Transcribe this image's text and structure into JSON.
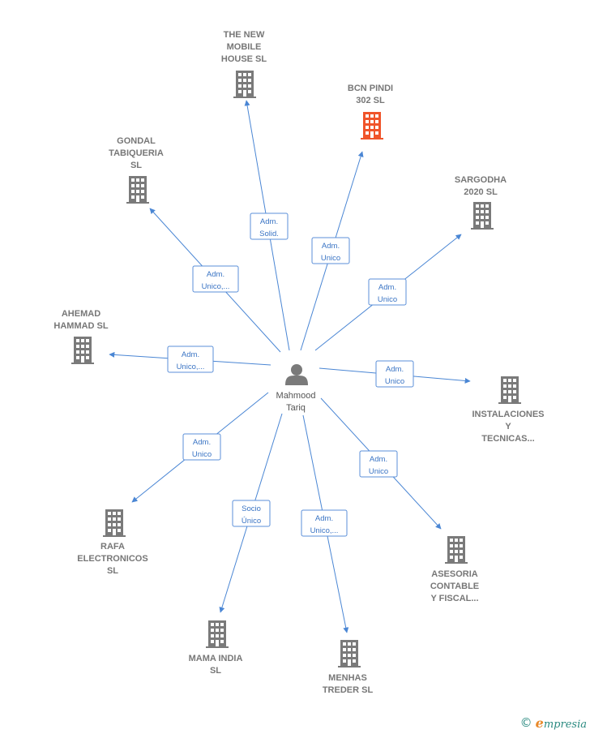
{
  "center": {
    "label": [
      "Mahmood",
      "Tariq"
    ],
    "icon": "person-icon"
  },
  "colors": {
    "company": "#7a7a7a",
    "highlight": "#f0542a",
    "edge": "#4a86d4",
    "box_border": "#5b8fd8",
    "box_text": "#3a74c4"
  },
  "nodes": [
    {
      "id": "the-new-mobile",
      "label": [
        "THE NEW",
        "MOBILE",
        "HOUSE  SL"
      ],
      "role": [
        "Adm.",
        "Solid."
      ],
      "highlight": false
    },
    {
      "id": "bcn-pindi",
      "label": [
        "BCN PINDI",
        "302  SL"
      ],
      "role": [
        "Adm.",
        "Unico"
      ],
      "highlight": true
    },
    {
      "id": "gondal",
      "label": [
        "GONDAL",
        "TABIQUERIA",
        "SL"
      ],
      "role": [
        "Adm.",
        "Unico,..."
      ],
      "highlight": false
    },
    {
      "id": "sargodha",
      "label": [
        "SARGODHA",
        "2020  SL"
      ],
      "role": [
        "Adm.",
        "Unico"
      ],
      "highlight": false
    },
    {
      "id": "ahemad",
      "label": [
        "AHEMAD",
        "HAMMAD SL"
      ],
      "role": [
        "Adm.",
        "Unico,..."
      ],
      "highlight": false
    },
    {
      "id": "instalaciones",
      "label": [
        "INSTALACIONES",
        "Y",
        "TECNICAS..."
      ],
      "role": [
        "Adm.",
        "Unico"
      ],
      "highlight": false
    },
    {
      "id": "rafa",
      "label": [
        "RAFA",
        "ELECTRONICOS",
        "SL"
      ],
      "role": [
        "Adm.",
        "Unico"
      ],
      "highlight": false
    },
    {
      "id": "asesoria",
      "label": [
        "ASESORIA",
        "CONTABLE",
        "Y FISCAL..."
      ],
      "role": [
        "Adm.",
        "Unico"
      ],
      "highlight": false
    },
    {
      "id": "mama-india",
      "label": [
        "MAMA INDIA",
        "SL"
      ],
      "role": [
        "Socio",
        "Único"
      ],
      "highlight": false
    },
    {
      "id": "menhas",
      "label": [
        "MENHAS",
        "TREDER  SL"
      ],
      "role": [
        "Adm.",
        "Unico,..."
      ],
      "highlight": false
    }
  ],
  "footer": {
    "copyright_symbol": "©",
    "brand_initial": "e",
    "brand_rest": "mpresia"
  }
}
